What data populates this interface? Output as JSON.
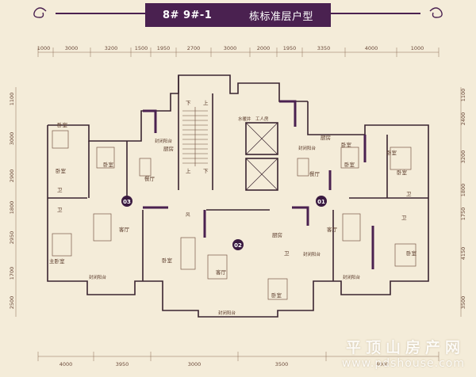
{
  "header": {
    "code": "8#  9#-1",
    "title": "栋标准层户型"
  },
  "colors": {
    "title_bg": "#4a2150",
    "page_bg": "#f4ecd9",
    "wall": "#3a2430",
    "accent_wall": "#4a2150",
    "dim_line": "#8a6a55"
  },
  "dimensions": {
    "top": [
      "1000",
      "3000",
      "3200",
      "1500",
      "1950",
      "2700",
      "3000",
      "2000",
      "1950",
      "3350",
      "4000",
      "1000"
    ],
    "bottom": [
      "4000",
      "3950",
      "3000",
      "3500",
      "4000"
    ],
    "left": [
      "1100",
      "3000",
      "2900",
      "1800",
      "2950",
      "1700",
      "2500"
    ],
    "right": [
      "1100",
      "2400",
      "3200",
      "1800",
      "1750",
      "4150",
      "3500"
    ]
  },
  "units": [
    "01",
    "02",
    "03"
  ],
  "rooms": {
    "bedroom": "卧室",
    "master_bedroom": "主卧室",
    "living": "客厅",
    "dining": "餐厅",
    "kitchen": "厨房",
    "balcony": "封闭阳台",
    "bath": "卫",
    "utility": "工人房",
    "water_well": "水暖井",
    "up": "上",
    "down": "下",
    "wind": "风"
  },
  "watermark": {
    "cn": "平顶山房产网",
    "url": "www.pdshouse.com"
  }
}
